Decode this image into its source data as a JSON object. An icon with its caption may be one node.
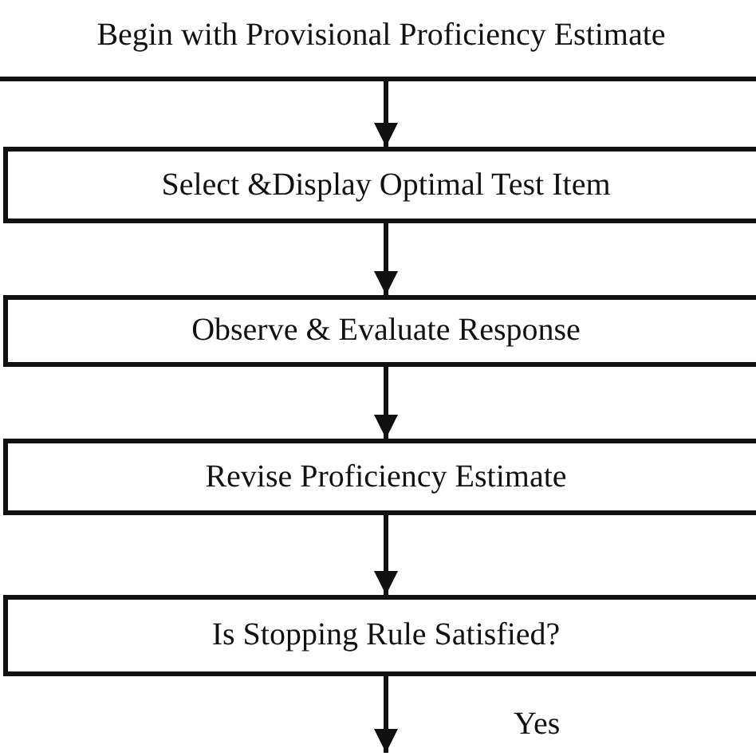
{
  "diagram": {
    "nodes": [
      {
        "text": [
          "Begin with Provisional Proficiency Estimate"
        ]
      },
      {
        "text": [
          "Select &Display Optimal Test Item"
        ]
      },
      {
        "text": [
          "Observe & Evaluate Response"
        ]
      },
      {
        "text": [
          "Revise Proficiency Estimate"
        ]
      },
      {
        "text": [
          "Is Stopping Rule Satisfied?"
        ]
      }
    ],
    "edges": [
      {
        "from": 0,
        "to": 1,
        "arrow": "to"
      },
      {
        "from": 1,
        "to": 2,
        "arrow": "to"
      },
      {
        "from": 2,
        "to": 3,
        "arrow": "to"
      },
      {
        "from": 3,
        "to": 4,
        "arrow": "to"
      },
      {
        "from": 4,
        "to": null,
        "arrow": "to",
        "label": "Yes"
      }
    ]
  }
}
